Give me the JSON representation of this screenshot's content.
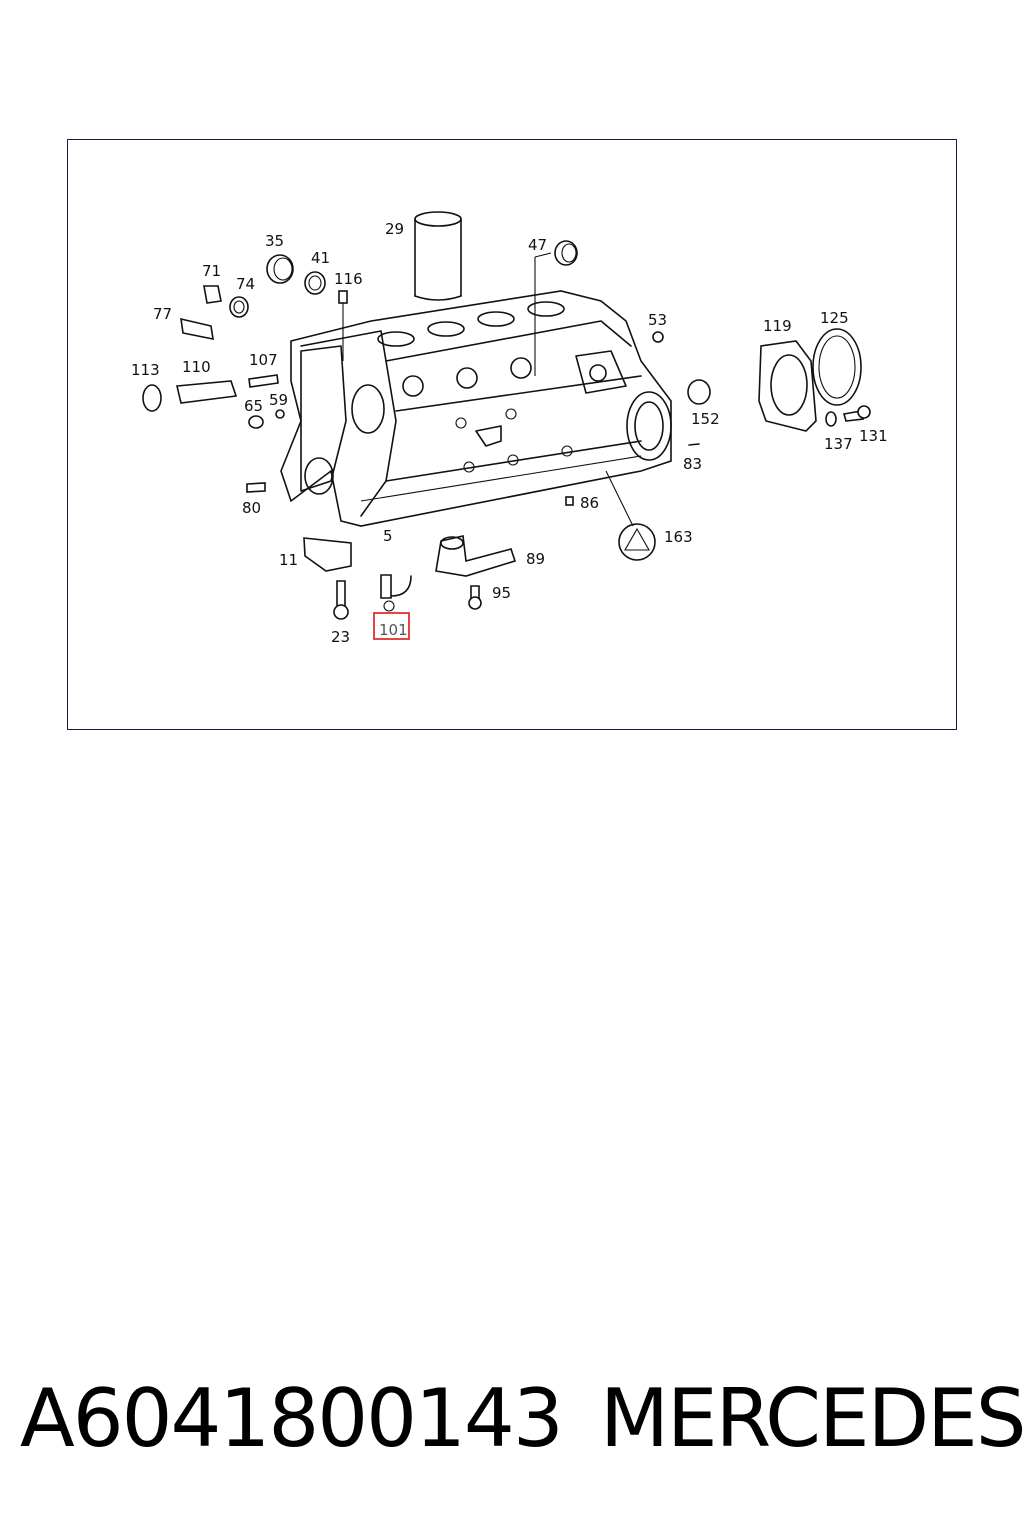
{
  "diagram": {
    "labels": [
      "29",
      "35",
      "41",
      "47",
      "71",
      "74",
      "116",
      "77",
      "53",
      "119",
      "125",
      "113",
      "110",
      "107",
      "65",
      "59",
      "152",
      "137",
      "131",
      "83",
      "80",
      "86",
      "5",
      "163",
      "11",
      "89",
      "95",
      "23",
      "101"
    ],
    "highlighted": "101",
    "highlight_color": "#e03030"
  },
  "footer": {
    "part_number": "A6041800143",
    "brand": "MERCEDES"
  }
}
